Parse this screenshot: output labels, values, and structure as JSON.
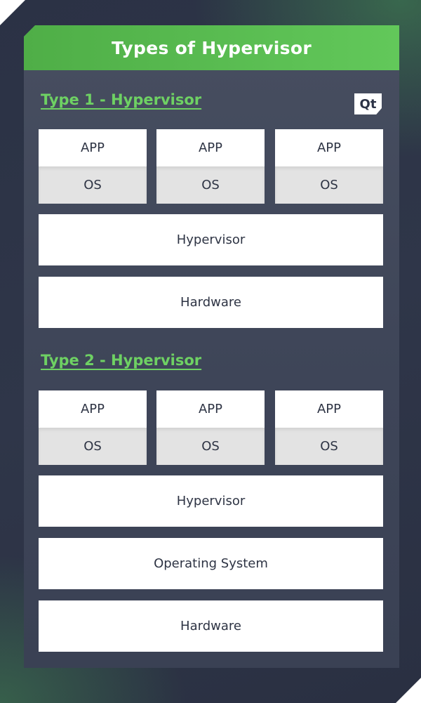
{
  "title": "Types of Hypervisor",
  "logo_text": "Qt",
  "type1": {
    "heading": "Type 1 - Hypervisor",
    "vms": [
      {
        "app": "APP",
        "os": "OS"
      },
      {
        "app": "APP",
        "os": "OS"
      },
      {
        "app": "APP",
        "os": "OS"
      }
    ],
    "layers": [
      "Hypervisor",
      "Hardware"
    ]
  },
  "type2": {
    "heading": "Type 2 - Hypervisor",
    "vms": [
      {
        "app": "APP",
        "os": "OS"
      },
      {
        "app": "APP",
        "os": "OS"
      },
      {
        "app": "APP",
        "os": "OS"
      }
    ],
    "layers": [
      "Hypervisor",
      "Operating System",
      "Hardware"
    ]
  },
  "colors": {
    "accent_green": "#62c85a",
    "background": "#2c3346",
    "card": "#474e60",
    "box_light": "#ffffff",
    "box_gray": "#e3e3e3"
  }
}
